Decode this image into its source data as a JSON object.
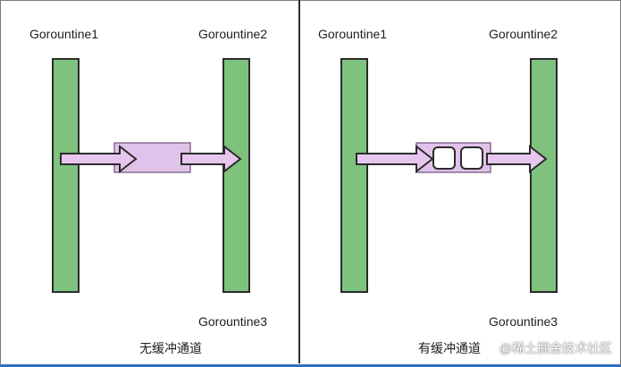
{
  "left_panel": {
    "goroutine_left": "Gorountine1",
    "goroutine_right": "Gorountine2",
    "caption": "无缓冲通道"
  },
  "right_panel": {
    "goroutine_left": "Gorountine1",
    "goroutine_right": "Gorountine2",
    "goroutine_bottom": "Gorountine3",
    "caption": "有缓冲通道"
  },
  "bottom_left_label": "Gorountine3",
  "watermark": "@稀土掘金技术社区",
  "colors": {
    "goroutine_bar": "#7ec27e",
    "channel_fill": "#e0c3ea",
    "arrow_fill": "#e6c6ee",
    "outline": "#2b2b2b",
    "bottom_border": "#2f6fbf"
  },
  "icons": [
    "arrow-right-icon",
    "buffer-slot-icon"
  ]
}
